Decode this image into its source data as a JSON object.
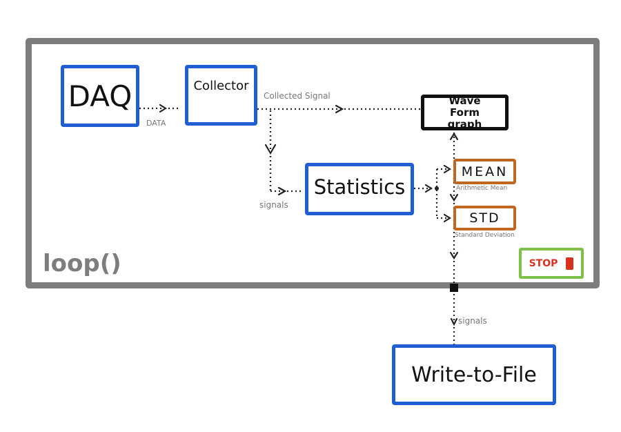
{
  "loop_label": "loop()",
  "nodes": {
    "daq": "DAQ",
    "collector": "Collector",
    "waveform": "Wave Form graph",
    "statistics": "Statistics",
    "mean": "MEAN",
    "std": "STD",
    "write": "Write-to-File"
  },
  "labels": {
    "data": "DATA",
    "collected_signal": "Collected Signal",
    "signals_left": "signals",
    "arithmetic_mean": "Arithmetic Mean",
    "standard_deviation": "Standard Deviation",
    "signals_bottom": "signals"
  },
  "stop": {
    "label": "STOP",
    "color": "#d8311e"
  },
  "colors": {
    "blue": "#1f5fd1",
    "orange": "#c0661f",
    "green": "#7fc04a",
    "gray": "#7d7d7d"
  }
}
